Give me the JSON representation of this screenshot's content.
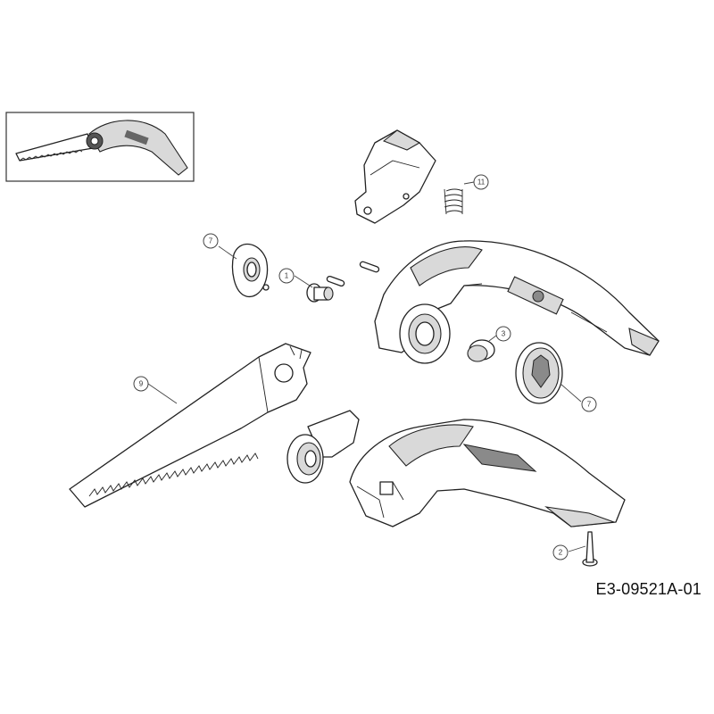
{
  "drawing_number": "E3-09521A-01",
  "callouts": [
    {
      "id": "callout-11",
      "label": "11"
    },
    {
      "id": "callout-7-top",
      "label": "7"
    },
    {
      "id": "callout-1",
      "label": "1"
    },
    {
      "id": "callout-3",
      "label": "3"
    },
    {
      "id": "callout-7-right",
      "label": "7"
    },
    {
      "id": "callout-9",
      "label": "9",
      "highlight": "#f3d36b"
    },
    {
      "id": "callout-2",
      "label": "2"
    }
  ]
}
